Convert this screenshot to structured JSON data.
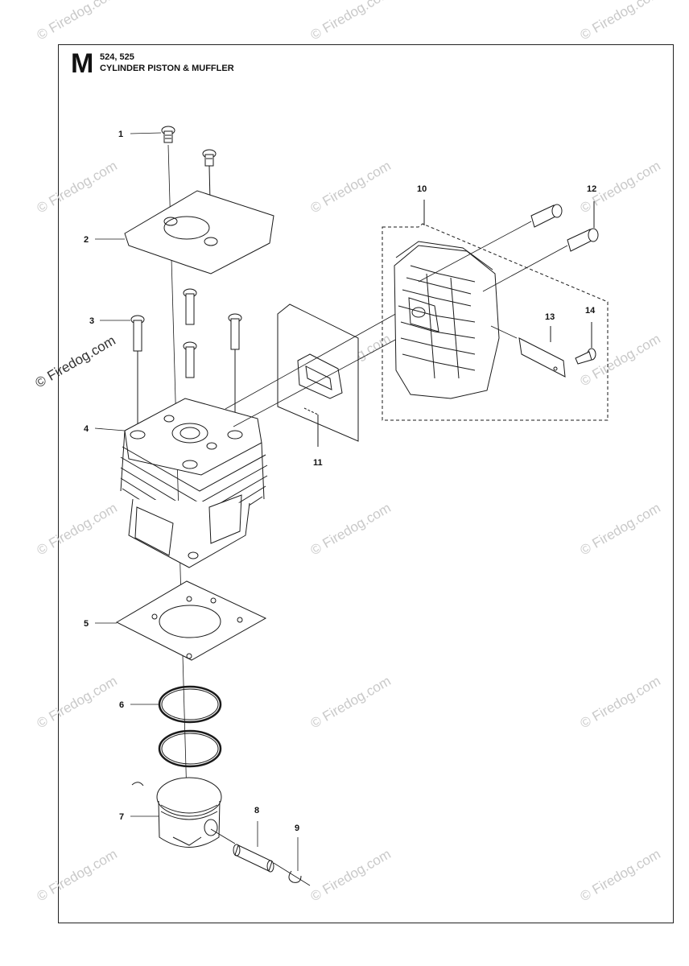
{
  "header": {
    "section_letter": "M",
    "models": "524, 525",
    "title": "CYLINDER PISTON & MUFFLER"
  },
  "callouts": {
    "c1": "1",
    "c2": "2",
    "c3": "3",
    "c4": "4",
    "c5": "5",
    "c6": "6",
    "c7": "7",
    "c8": "8",
    "c9": "9",
    "c10": "10",
    "c11": "11",
    "c12": "12",
    "c13": "13",
    "c14": "14"
  },
  "watermark": {
    "text": "© Firedog.com"
  },
  "colors": {
    "line": "#1a1a1a",
    "watermark": "#c9c9c9"
  }
}
